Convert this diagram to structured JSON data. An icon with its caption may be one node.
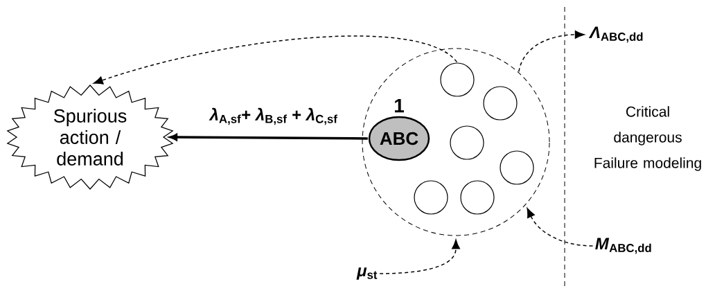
{
  "diagram": {
    "nodes": [
      {
        "text": [
          "Spurious action / demand"
        ]
      },
      {
        "text": [],
        "shape": "circle"
      },
      {
        "text": [
          "ABC"
        ],
        "in": 1,
        "beside": [
          "1"
        ]
      },
      {
        "text": [],
        "shape": "circle",
        "in": 1
      },
      {
        "text": [],
        "shape": "circle",
        "in": 1
      },
      {
        "text": [],
        "shape": "circle",
        "in": 1
      },
      {
        "text": [],
        "shape": "circle",
        "in": 1
      },
      {
        "text": [],
        "shape": "circle",
        "in": 1
      },
      {
        "text": [],
        "shape": "circle",
        "in": 1
      },
      {
        "text": [
          "*Λ*$_{ABC,dd}$"
        ]
      },
      {
        "text": [
          "*M*$_{ABC,dd}$"
        ]
      },
      {
        "text": [
          "*μ*$_{st}$"
        ]
      }
    ],
    "edges": [
      {
        "from": 2,
        "to": 0,
        "arrow": "to",
        "style": "thick",
        "label": "*λ*$_{A,sf}$+ *λ*$_{B,sf}$ + *λ*$_{C,sf}$"
      },
      {
        "from": 3,
        "to": 0,
        "arrow": "to",
        "style": "dashed"
      },
      {
        "from": 1,
        "to": 9,
        "arrow": "to",
        "style": "dashed"
      },
      {
        "from": 10,
        "to": 1,
        "arrow": "to",
        "style": "dashed"
      },
      {
        "from": 11,
        "to": 1,
        "arrow": "to",
        "style": "dashed"
      }
    ],
    "labels": [
      "Critical dangerous Failure modeling"
    ]
  }
}
